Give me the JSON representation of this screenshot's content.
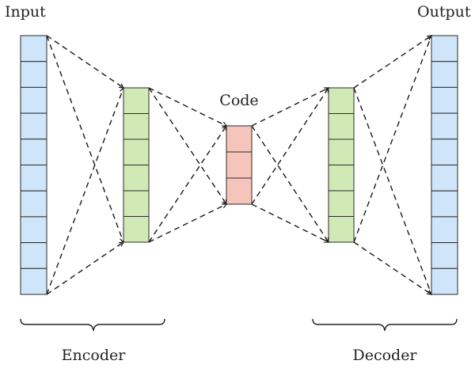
{
  "labels": {
    "input": "Input",
    "output": "Output",
    "code": "Code",
    "encoder": "Encoder",
    "decoder": "Decoder"
  },
  "layers": [
    {
      "name": "input",
      "cells": 10,
      "color": "#cfe6fa"
    },
    {
      "name": "encoder-hidden",
      "cells": 6,
      "color": "#d1eab5"
    },
    {
      "name": "code",
      "cells": 3,
      "color": "#f5c5bb"
    },
    {
      "name": "decoder-hidden",
      "cells": 6,
      "color": "#d1eab5"
    },
    {
      "name": "output",
      "cells": 10,
      "color": "#cfe6fa"
    }
  ],
  "colors": {
    "cell_border": "#2a2a2a",
    "connection": "#1a1a1a"
  }
}
